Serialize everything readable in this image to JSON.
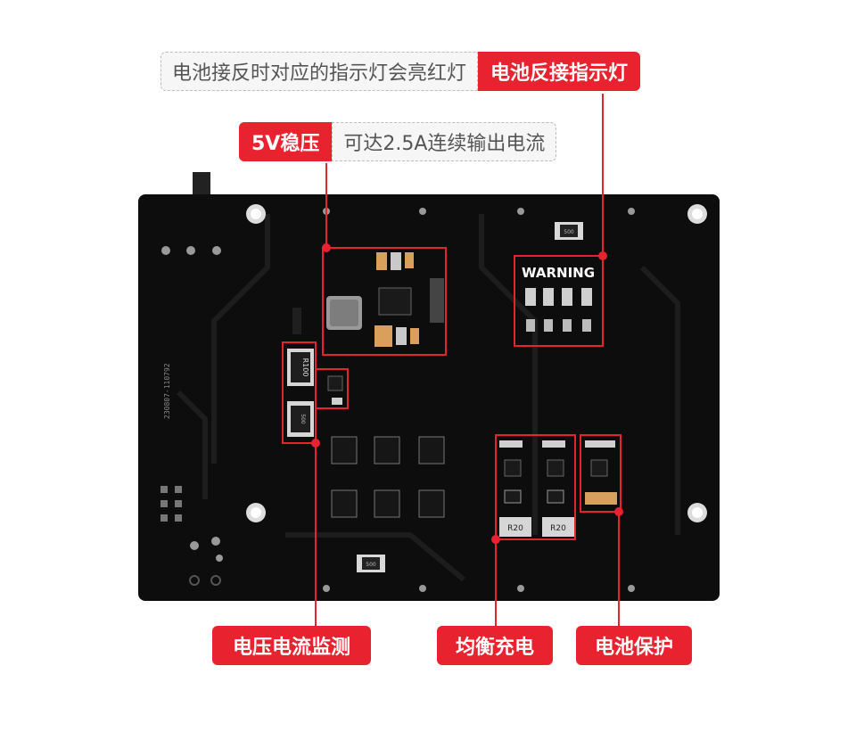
{
  "callouts": {
    "reverse_desc": "电池接反时对应的指示灯会亮红灯",
    "reverse_tag": "电池反接指示灯",
    "reg_tag": "5V稳压",
    "reg_desc": "可达2.5A连续输出电流",
    "monitor": "电压电流监测",
    "balance": "均衡充电",
    "protect": "电池保护"
  },
  "board": {
    "warning": "WARNING",
    "shunt": "R100",
    "res_left": "R20",
    "res_right": "R20",
    "silk": "230807-110792",
    "res_small_1": "500",
    "res_small_2": "500",
    "res_small_3": "500"
  },
  "colors": {
    "accent": "#e8232f",
    "board": "#0d0d0d"
  }
}
